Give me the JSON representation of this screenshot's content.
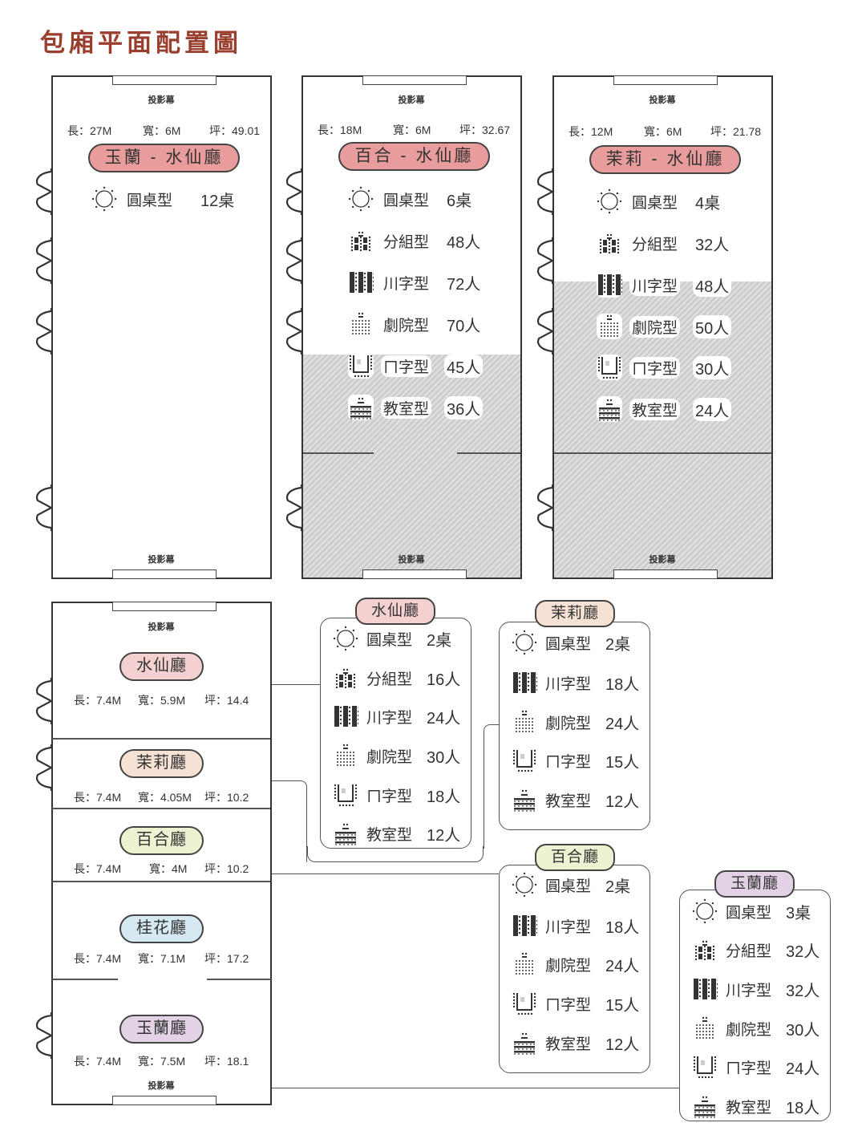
{
  "title": "包廂平面配置圖",
  "screen_label": "投影幕",
  "colors": {
    "title": "#9a3f2e",
    "combo_badge": "#e89c9c",
    "shuixian": "#f4d0d0",
    "moli": "#f6e2d4",
    "baihe": "#eef2d2",
    "guihua": "#d6e8f2",
    "yulan": "#e3d2e6"
  },
  "top_rooms": [
    {
      "name": "玉蘭 - 水仙廳",
      "length": "長：27M",
      "width": "寬：6M",
      "ping": "坪：49.01",
      "layouts": [
        {
          "icon": "round-table-icon",
          "label": "圓桌型",
          "value": "12桌"
        }
      ]
    },
    {
      "name": "百合 - 水仙廳",
      "length": "長：18M",
      "width": "寬：6M",
      "ping": "坪：32.67",
      "layouts": [
        {
          "icon": "round-table-icon",
          "label": "圓桌型",
          "value": "6桌"
        },
        {
          "icon": "group-icon",
          "label": "分組型",
          "value": "48人"
        },
        {
          "icon": "chuan-icon",
          "label": "川字型",
          "value": "72人"
        },
        {
          "icon": "theater-icon",
          "label": "劇院型",
          "value": "70人"
        },
        {
          "icon": "u-shape-icon",
          "label": "ㄇ字型",
          "value": "45人"
        },
        {
          "icon": "classroom-icon",
          "label": "教室型",
          "value": "36人"
        }
      ]
    },
    {
      "name": "茉莉 - 水仙廳",
      "length": "長：12M",
      "width": "寬：6M",
      "ping": "坪：21.78",
      "layouts": [
        {
          "icon": "round-table-icon",
          "label": "圓桌型",
          "value": "4桌"
        },
        {
          "icon": "group-icon",
          "label": "分組型",
          "value": "32人"
        },
        {
          "icon": "chuan-icon",
          "label": "川字型",
          "value": "48人"
        },
        {
          "icon": "theater-icon",
          "label": "劇院型",
          "value": "50人"
        },
        {
          "icon": "u-shape-icon",
          "label": "ㄇ字型",
          "value": "30人"
        },
        {
          "icon": "classroom-icon",
          "label": "教室型",
          "value": "24人"
        }
      ]
    }
  ],
  "small_rooms": [
    {
      "name": "水仙廳",
      "length": "長：7.4M",
      "width": "寬：5.9M",
      "ping": "坪：14.4"
    },
    {
      "name": "茉莉廳",
      "length": "長：7.4M",
      "width": "寬：4.05M",
      "ping": "坪：10.2"
    },
    {
      "name": "百合廳",
      "length": "長：7.4M",
      "width": "寬：4M",
      "ping": "坪：10.2"
    },
    {
      "name": "桂花廳",
      "length": "長：7.4M",
      "width": "寬：7.1M",
      "ping": "坪：17.2"
    },
    {
      "name": "玉蘭廳",
      "length": "長：7.4M",
      "width": "寬：7.5M",
      "ping": "坪：18.1"
    }
  ],
  "cards": [
    {
      "name": "水仙廳",
      "layouts": [
        {
          "icon": "round-table-icon",
          "label": "圓桌型",
          "value": "2桌"
        },
        {
          "icon": "group-icon",
          "label": "分組型",
          "value": "16人"
        },
        {
          "icon": "chuan-icon",
          "label": "川字型",
          "value": "24人"
        },
        {
          "icon": "theater-icon",
          "label": "劇院型",
          "value": "30人"
        },
        {
          "icon": "u-shape-icon",
          "label": "ㄇ字型",
          "value": "18人"
        },
        {
          "icon": "classroom-icon",
          "label": "教室型",
          "value": "12人"
        }
      ]
    },
    {
      "name": "茉莉廳",
      "layouts": [
        {
          "icon": "round-table-icon",
          "label": "圓桌型",
          "value": "2桌"
        },
        {
          "icon": "chuan-icon",
          "label": "川字型",
          "value": "18人"
        },
        {
          "icon": "theater-icon",
          "label": "劇院型",
          "value": "24人"
        },
        {
          "icon": "u-shape-icon",
          "label": "ㄇ字型",
          "value": "15人"
        },
        {
          "icon": "classroom-icon",
          "label": "教室型",
          "value": "12人"
        }
      ]
    },
    {
      "name": "百合廳",
      "layouts": [
        {
          "icon": "round-table-icon",
          "label": "圓桌型",
          "value": "2桌"
        },
        {
          "icon": "chuan-icon",
          "label": "川字型",
          "value": "18人"
        },
        {
          "icon": "theater-icon",
          "label": "劇院型",
          "value": "24人"
        },
        {
          "icon": "u-shape-icon",
          "label": "ㄇ字型",
          "value": "15人"
        },
        {
          "icon": "classroom-icon",
          "label": "教室型",
          "value": "12人"
        }
      ]
    },
    {
      "name": "玉蘭廳",
      "layouts": [
        {
          "icon": "round-table-icon",
          "label": "圓桌型",
          "value": "3桌"
        },
        {
          "icon": "group-icon",
          "label": "分組型",
          "value": "32人"
        },
        {
          "icon": "chuan-icon",
          "label": "川字型",
          "value": "32人"
        },
        {
          "icon": "theater-icon",
          "label": "劇院型",
          "value": "30人"
        },
        {
          "icon": "u-shape-icon",
          "label": "ㄇ字型",
          "value": "24人"
        },
        {
          "icon": "classroom-icon",
          "label": "教室型",
          "value": "18人"
        }
      ]
    }
  ]
}
